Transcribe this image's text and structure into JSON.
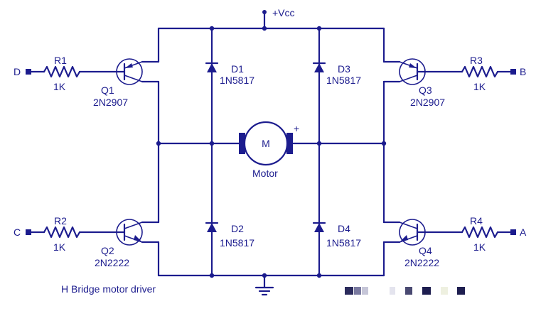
{
  "caption": "H Bridge motor driver",
  "supply": {
    "label": "+Vcc"
  },
  "inputs": {
    "d": "D",
    "c": "C",
    "b": "B",
    "a": "A"
  },
  "resistors": {
    "r1": {
      "name": "R1",
      "value": "1K"
    },
    "r2": {
      "name": "R2",
      "value": "1K"
    },
    "r3": {
      "name": "R3",
      "value": "1K"
    },
    "r4": {
      "name": "R4",
      "value": "1K"
    }
  },
  "transistors": {
    "q1": {
      "name": "Q1",
      "part": "2N2907"
    },
    "q2": {
      "name": "Q2",
      "part": "2N2222"
    },
    "q3": {
      "name": "Q3",
      "part": "2N2907"
    },
    "q4": {
      "name": "Q4",
      "part": "2N2222"
    }
  },
  "diodes": {
    "d1": {
      "name": "D1",
      "part": "1N5817"
    },
    "d2": {
      "name": "D2",
      "part": "1N5817"
    },
    "d3": {
      "name": "D3",
      "part": "1N5817"
    },
    "d4": {
      "name": "D4",
      "part": "1N5817"
    }
  },
  "motor": {
    "symbol": "M",
    "label": "Motor",
    "polarity": "+"
  },
  "colors": {
    "ink": "#1c1c8e",
    "background": "#ffffff"
  }
}
